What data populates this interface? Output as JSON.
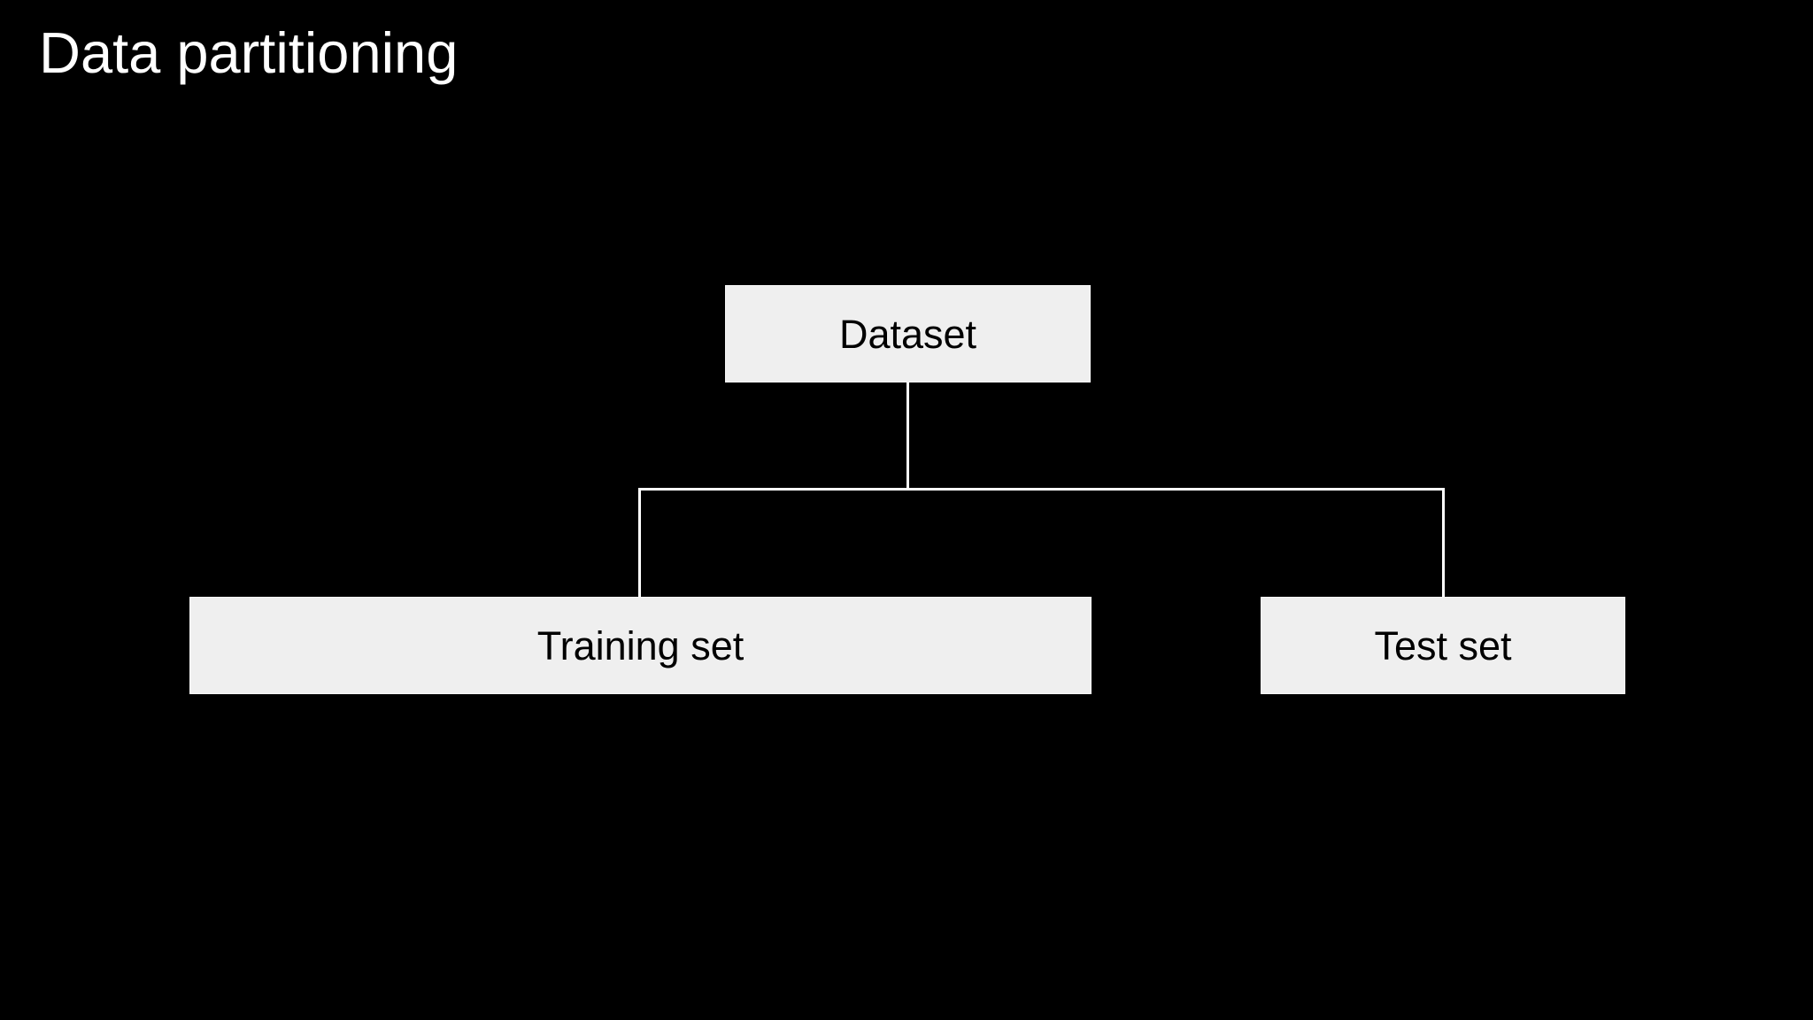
{
  "slide": {
    "title": "Data partitioning",
    "colors": {
      "background": "#000000",
      "title_text": "#ffffff",
      "box_fill": "#efefef",
      "box_text": "#000000",
      "connector_line": "#ffffff"
    }
  },
  "diagram": {
    "type": "tree",
    "root": {
      "label": "Dataset"
    },
    "children": [
      {
        "label": "Training set"
      },
      {
        "label": "Test set"
      }
    ]
  }
}
